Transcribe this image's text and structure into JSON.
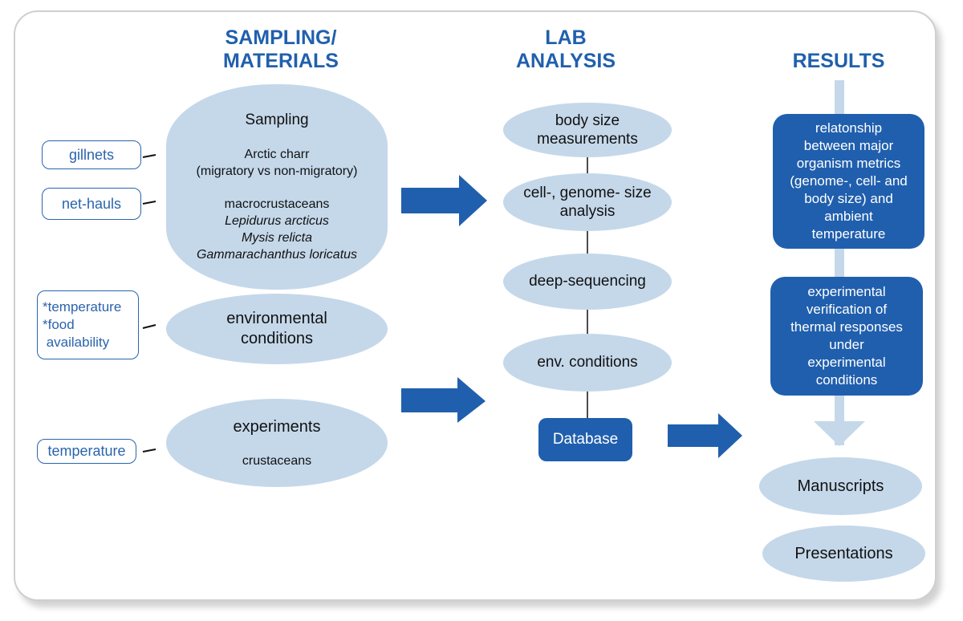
{
  "columns": {
    "sampling": "SAMPLING/\nMATERIALS",
    "lab": "LAB\nANALYSIS",
    "results": "RESULTS"
  },
  "sampling": {
    "main": {
      "title": "Sampling",
      "fish_line1": "Arctic charr",
      "fish_line2": "(migratory vs non-migratory)",
      "crust_heading": "macrocrustaceans",
      "species": [
        "Lepidurus arcticus",
        "Mysis relicta",
        "Gammarachanthus loricatus"
      ]
    },
    "env": {
      "line1": "environmental",
      "line2": "conditions"
    },
    "experiments": {
      "title": "experiments",
      "subtitle": "crustaceans"
    },
    "tags": {
      "gillnets": "gillnets",
      "net_hauls": "net-hauls",
      "env_factors": [
        "*temperature",
        "*food",
        " availability"
      ],
      "temperature": "temperature"
    }
  },
  "lab": {
    "steps": [
      {
        "line1": "body size",
        "line2": "measurements"
      },
      {
        "line1": "cell-, genome- size",
        "line2": "analysis"
      },
      {
        "line1": "deep-sequencing"
      },
      {
        "line1": "env. conditions"
      }
    ],
    "database": "Database"
  },
  "results": {
    "boxes": [
      [
        "relatonship",
        "between major",
        "organism metrics",
        "(genome-, cell- and",
        "body size) and",
        "ambient",
        "temperature"
      ],
      [
        "experimental",
        "verification of",
        "thermal responses",
        "under",
        "experimental",
        "conditions"
      ]
    ],
    "outputs": [
      "Manuscripts",
      "Presentations"
    ]
  },
  "colors": {
    "heading": "#2060ad",
    "light_fill": "#c5d8ea",
    "dark_fill": "#205fad",
    "arrow": "#205fad",
    "results_arrow": "#c5d8ea"
  }
}
